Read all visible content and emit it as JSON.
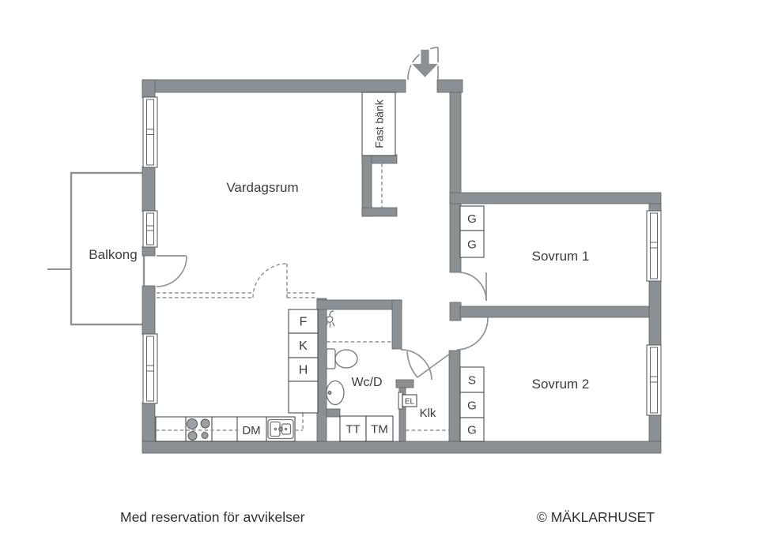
{
  "floorplan": {
    "rooms": {
      "vardagsrum": "Vardagsrum",
      "balkong": "Balkong",
      "sovrum1": "Sovrum 1",
      "sovrum2": "Sovrum 2",
      "wcd": "Wc/D",
      "klk": "Klk"
    },
    "features": {
      "fast_bank": "Fast bänk",
      "el": "EL"
    },
    "appliances": {
      "f": "F",
      "k": "K",
      "h": "H",
      "dm": "DM",
      "tt": "TT",
      "tm": "TM"
    },
    "storage": {
      "g": "G",
      "s": "S"
    },
    "footer": {
      "disclaimer": "Med reservation för avvikelser",
      "copyright": "© MÄKLARHUSET"
    },
    "colors": {
      "wall": "#8b9094",
      "wall-outline": "#5e6367",
      "fixture-outline": "#474b4e",
      "line": "#8e9397",
      "text": "#3a3d40"
    }
  }
}
